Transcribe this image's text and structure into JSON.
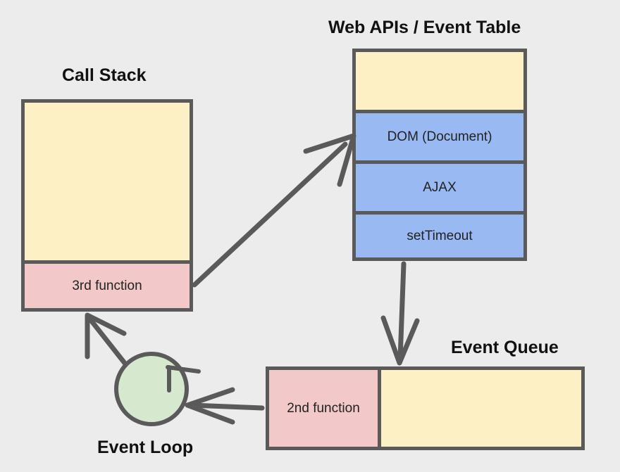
{
  "call_stack": {
    "title": "Call Stack",
    "item": "3rd function"
  },
  "web_apis": {
    "title": "Web APIs / Event Table",
    "items": [
      "DOM (Document)",
      "AJAX",
      "setTimeout"
    ]
  },
  "event_queue": {
    "title": "Event Queue",
    "item": "2nd function"
  },
  "event_loop": {
    "title": "Event Loop"
  },
  "colors": {
    "background": "#ececec",
    "border": "#5a5a5a",
    "empty_slot": "#fdf0c4",
    "function_slot": "#f2c8c8",
    "api_slot": "#99b9f2",
    "loop_fill": "#d6e9cf"
  }
}
